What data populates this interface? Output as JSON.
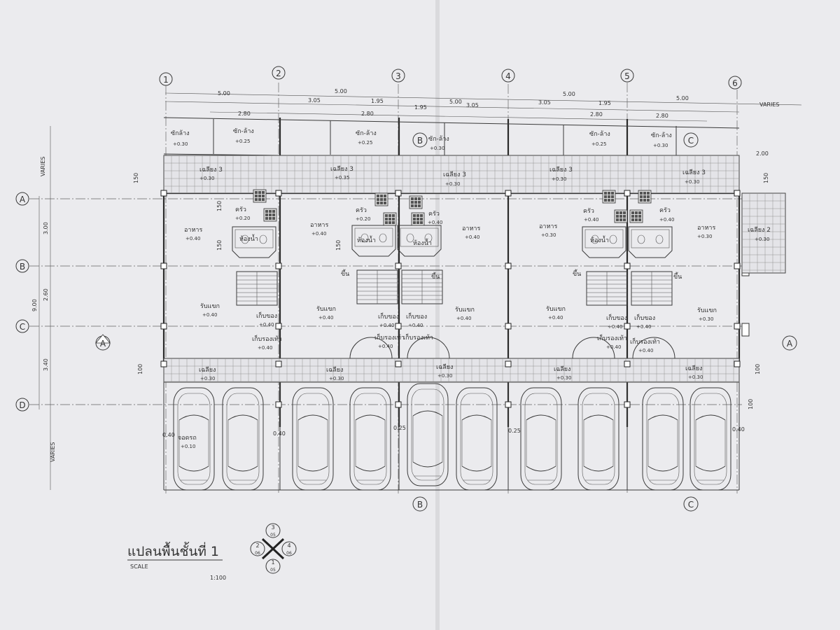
{
  "drawing": {
    "title": "แปลนพื้นชั้นที่ 1",
    "scale_label": "SCALE",
    "scale_value": "1:100",
    "key": {
      "top": "3",
      "top_sub": "05",
      "left": "2",
      "left_sub": "06",
      "right": "4",
      "right_sub": "06",
      "bottom": "1",
      "bottom_sub": "05"
    }
  },
  "grid_columns": [
    "1",
    "2",
    "3",
    "4",
    "5",
    "6"
  ],
  "grid_rows": [
    "A",
    "B",
    "C",
    "D"
  ],
  "section_marks": [
    "A",
    "B",
    "C"
  ],
  "dimensions": {
    "top_spans": [
      "5.00",
      "5.00",
      "5.00",
      "5.00",
      "5.00",
      "VARIES"
    ],
    "sub_spans": [
      "3.05",
      "1.95",
      "1.95",
      "3.05",
      "3.05",
      "1.95"
    ],
    "inner_spans": [
      "2.80",
      "2.80",
      "2.80",
      "2.80"
    ],
    "right_offset": "2.00",
    "left_vertical": [
      "VARIES",
      "3.00",
      "2.60",
      "3.40",
      "VARIES"
    ],
    "left_total": "9.00",
    "small": [
      "150",
      "150",
      "150",
      "150",
      "100",
      "100",
      "150",
      "100"
    ],
    "bottom_offsets": [
      "0.40",
      "0.40",
      "0.25",
      "0.25",
      "0.40"
    ]
  },
  "rooms": {
    "drying": "ซัก-ล้าง",
    "drying_first": "ซักล้าง",
    "terrace3": "เฉลียง 3",
    "terrace2": "เฉลียง 2",
    "terrace": "เฉลียง",
    "kitchen": "ครัว",
    "dining": "อาหาร",
    "bath": "ห้องน้ำ",
    "living": "รับแขก",
    "storage": "เก็บของ",
    "shoes": "เก็บรองเท้า",
    "parking": "จอดรถ",
    "up": "ขึ้น"
  },
  "levels": {
    "l030": "+0.30",
    "l025": "+0.25",
    "l040": "+0.40",
    "l035": "+0.35",
    "l020": "+0.20",
    "l010": "+0.10"
  },
  "palette": {
    "paper": "#ebebee",
    "line": "#2a2a2a",
    "background": "#c9c9cc"
  }
}
